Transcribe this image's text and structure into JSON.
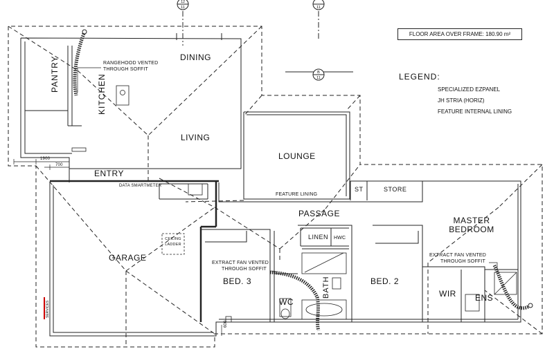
{
  "area_label": "FLOOR AREA OVER FRAME: 180.90 m²",
  "legend": {
    "title": "LEGEND:",
    "items": [
      "SPECIALIZED EZPANEL",
      "JH STRIA (HORIZ)",
      "FEATURE INTERNAL LINING"
    ]
  },
  "section_markers": [
    {
      "top": "12",
      "bottom": "11"
    },
    {
      "top": "",
      "bottom": "11"
    },
    {
      "top": "B",
      "bottom": "11"
    }
  ],
  "rooms": {
    "pantry": "PANTRY",
    "kitchen": "KITCHEN",
    "dining": "DINING",
    "living": "LIVING",
    "lounge": "LOUNGE",
    "entry": "ENTRY",
    "garage": "GARAGE",
    "passage": "PASSAGE",
    "st": "ST",
    "store": "STORE",
    "master_line1": "MASTER",
    "master_line2": "BEDROOM",
    "linen": "LINEN",
    "hwc": "HWC",
    "bed3": "BED. 3",
    "bed2": "BED. 2",
    "bath": "BATH",
    "wc": "WC",
    "wir": "WIR",
    "ens": "ENS"
  },
  "notes": {
    "rangehood_line1": "RANGEHOOD VENTED",
    "rangehood_line2": "THROUGH SOFFIT",
    "extract_bath_line1": "EXTRACT FAN VENTED",
    "extract_bath_line2": "THROUGH SOFFIT",
    "extract_ens_line1": "EXTRACT FAN VENTED",
    "extract_ens_line2": "THROUGH SOFFIT",
    "feature_lining": "FEATURE LINING",
    "data_smartmeter": "DATA  SMARTMETER",
    "ceiling_line1": "CEILING",
    "ceiling_line2": "LADDER",
    "services": "SERVICES"
  },
  "dims": {
    "d1900": "1900",
    "d700": "700",
    "d600": "600"
  }
}
